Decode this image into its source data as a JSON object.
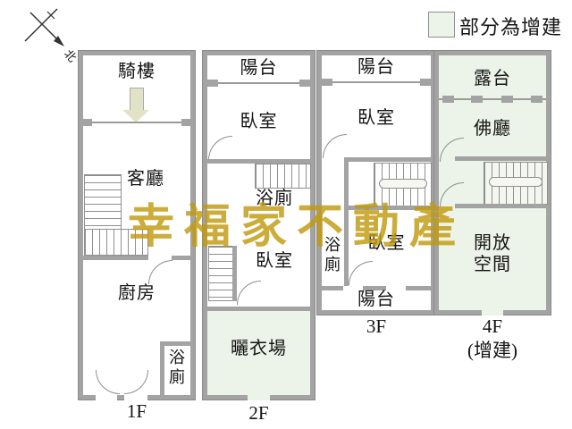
{
  "legend": {
    "label": "部分為增建",
    "swatch_color": "#ecf3e9"
  },
  "compass": {
    "north_label": "北"
  },
  "watermark": {
    "text": "幸福家不動產",
    "color": "#c19a0f"
  },
  "colors": {
    "wall": "#a3a3a3",
    "wall_edge": "#8a8a8a",
    "addition_fill": "#ecf3e9",
    "entrance_arrow_fill": "#e1e3c6",
    "background": "#ffffff",
    "text": "#141414"
  },
  "floors": {
    "f1": {
      "label": "1F",
      "rooms": {
        "arcade": "騎樓",
        "living_room": "客廳",
        "kitchen": "廚房",
        "bathroom": "浴\n廁"
      }
    },
    "f2": {
      "label": "2F",
      "rooms": {
        "balcony": "陽台",
        "bedroom_front": "臥室",
        "bathroom": "浴廁",
        "bedroom_rear": "臥室",
        "laundry_deck": "曬衣場"
      }
    },
    "f3": {
      "label": "3F",
      "rooms": {
        "balcony_front": "陽台",
        "bedroom_front": "臥室",
        "bathroom": "浴\n廁",
        "bedroom_rear": "臥室",
        "balcony_rear": "陽台"
      }
    },
    "f4": {
      "label": "4F",
      "sublabel": "(增建)",
      "rooms": {
        "roof_terrace": "露台",
        "buddha_hall": "佛廳",
        "open_space": "開放\n空間"
      }
    }
  }
}
